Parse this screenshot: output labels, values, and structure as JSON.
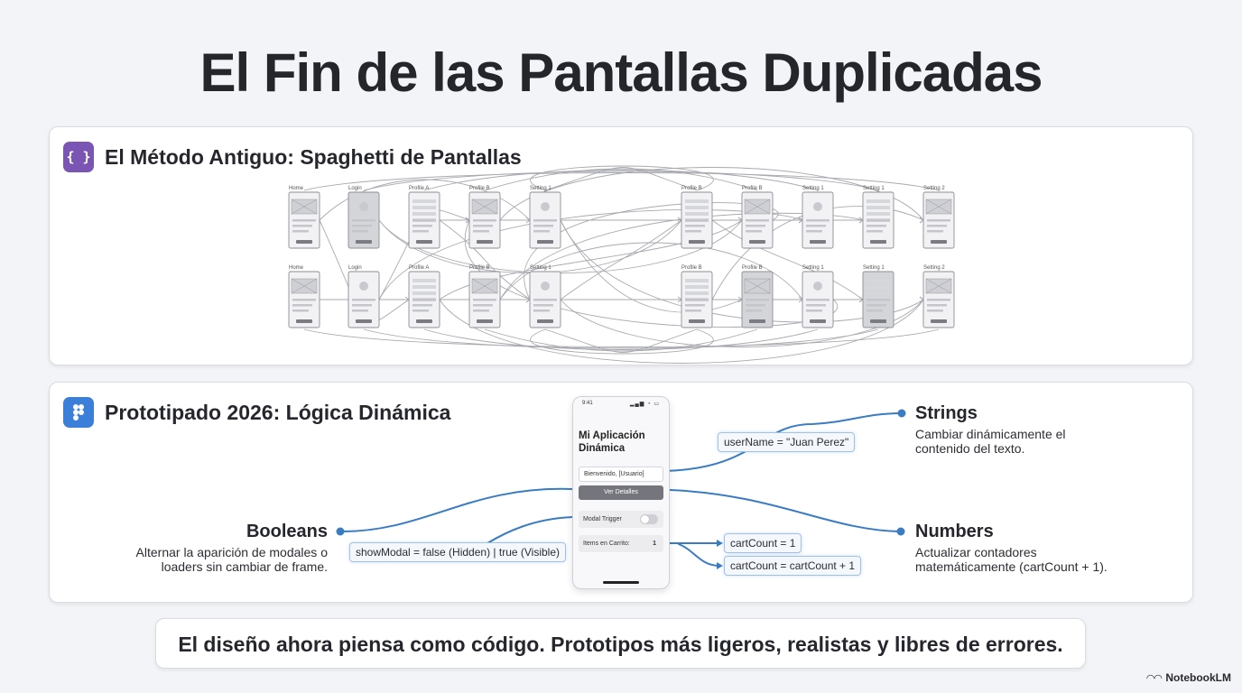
{
  "title": "El Fin de las Pantallas Duplicadas",
  "old_method": {
    "badge": "{ }",
    "title": "El Método Antiguo: Spaghetti de Pantallas",
    "row1": [
      "Home",
      "Login",
      "Profile A",
      "Profile B",
      "Setting 1",
      "Profile B",
      "Profile B",
      "Setting 1",
      "Setting 1",
      "Setting 2"
    ],
    "row2": [
      "Home",
      "Login",
      "Profile A",
      "Profile B",
      "Setting 1",
      "Profile B",
      "Profile B",
      "Setting 1",
      "Setting 1",
      "Setting 2"
    ]
  },
  "new_method": {
    "title": "Prototipado 2026: Lógica Dinámica",
    "phone": {
      "time": "9:41",
      "status_icons": "▂▄▆ ◔ ▭",
      "app_title": "Mi Aplicación Dinámica",
      "input_text": "Bienvenido, [Usuario]",
      "button_label": "Ver Detalles",
      "toggle_label": "Modal Trigger",
      "cart_label": "Items en Carrito:",
      "cart_value": "1"
    },
    "tags": {
      "username": "userName = \"Juan Perez\"",
      "showmodal": "showModal = false (Hidden) | true (Visible)",
      "cart1": "cartCount = 1",
      "cart2": "cartCount = cartCount + 1"
    },
    "strings": {
      "title": "Strings",
      "desc1": "Cambiar dinámicamente el",
      "desc2": "contenido del texto."
    },
    "booleans": {
      "title": "Booleans",
      "desc1": "Alternar la aparición de modales o",
      "desc2": "loaders sin cambiar de frame."
    },
    "numbers": {
      "title": "Numbers",
      "desc1": "Actualizar contadores",
      "desc2": "matemáticamente (cartCount + 1)."
    }
  },
  "footer": "El diseño ahora piensa como código. Prototipos más ligeros, realistas y libres de errores.",
  "brand": "NotebookLM",
  "colors": {
    "accent_blue": "#3c7fd8",
    "accent_purple": "#7a55b4",
    "link_line": "#3a7cc4"
  }
}
